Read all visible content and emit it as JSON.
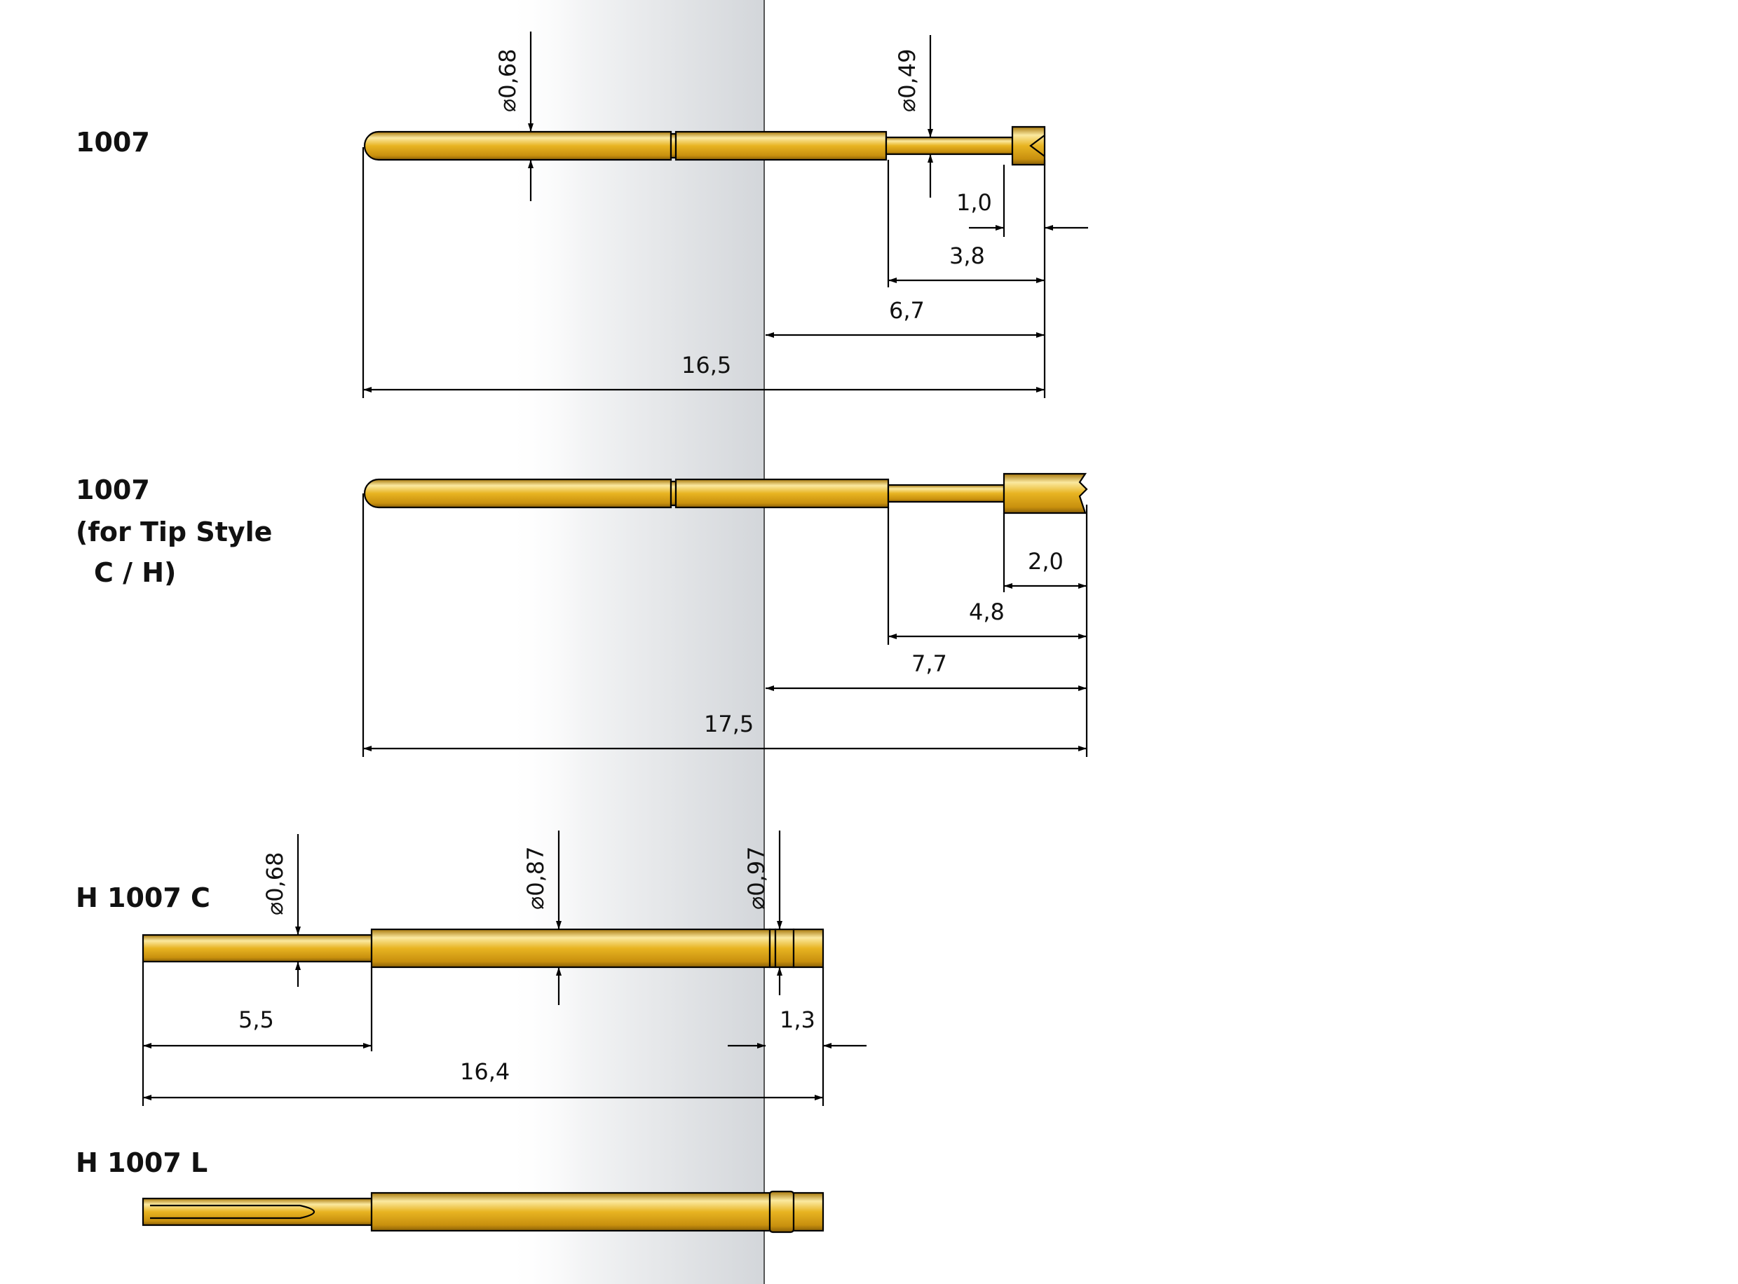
{
  "colors": {
    "gold_base": "#e8b422",
    "gold_light": "#fbe9a0",
    "gold_dark": "#a8780c",
    "divider": "#555555",
    "plate_shade": "#d3d6da"
  },
  "parts": [
    {
      "label_lines": [
        "1007"
      ],
      "dimensions": {
        "diameter_left": "⌀0,68",
        "diameter_right": "⌀0,49",
        "d1": "1,0",
        "d2": "3,8",
        "d3": "6,7",
        "d4": "16,5"
      }
    },
    {
      "label_lines": [
        "1007",
        "(for Tip Style",
        "C / H)"
      ],
      "dimensions": {
        "d1": "2,0",
        "d2": "4,8",
        "d3": "7,7",
        "d4": "17,5"
      }
    },
    {
      "label_lines": [
        "H 1007 C"
      ],
      "dimensions": {
        "diameter_1": "⌀0,68",
        "diameter_2": "⌀0,87",
        "diameter_3": "⌀0,97",
        "d1": "5,5",
        "d2": "1,3",
        "d3": "16,4"
      }
    },
    {
      "label_lines": [
        "H 1007 L"
      ]
    }
  ]
}
